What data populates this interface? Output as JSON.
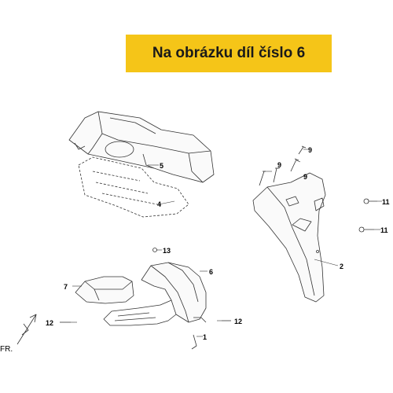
{
  "banner": {
    "text": "Na obrázku díl číslo 6"
  },
  "callouts": {
    "c1": "1",
    "c2": "2",
    "c4": "4",
    "c5": "5",
    "c6": "6",
    "c7": "7",
    "c9a": "9",
    "c9b": "9",
    "c9c": "9",
    "c11a": "11",
    "c11b": "11",
    "c12a": "12",
    "c12b": "12",
    "c13": "13"
  },
  "orientation": {
    "fr_label": "FR."
  }
}
